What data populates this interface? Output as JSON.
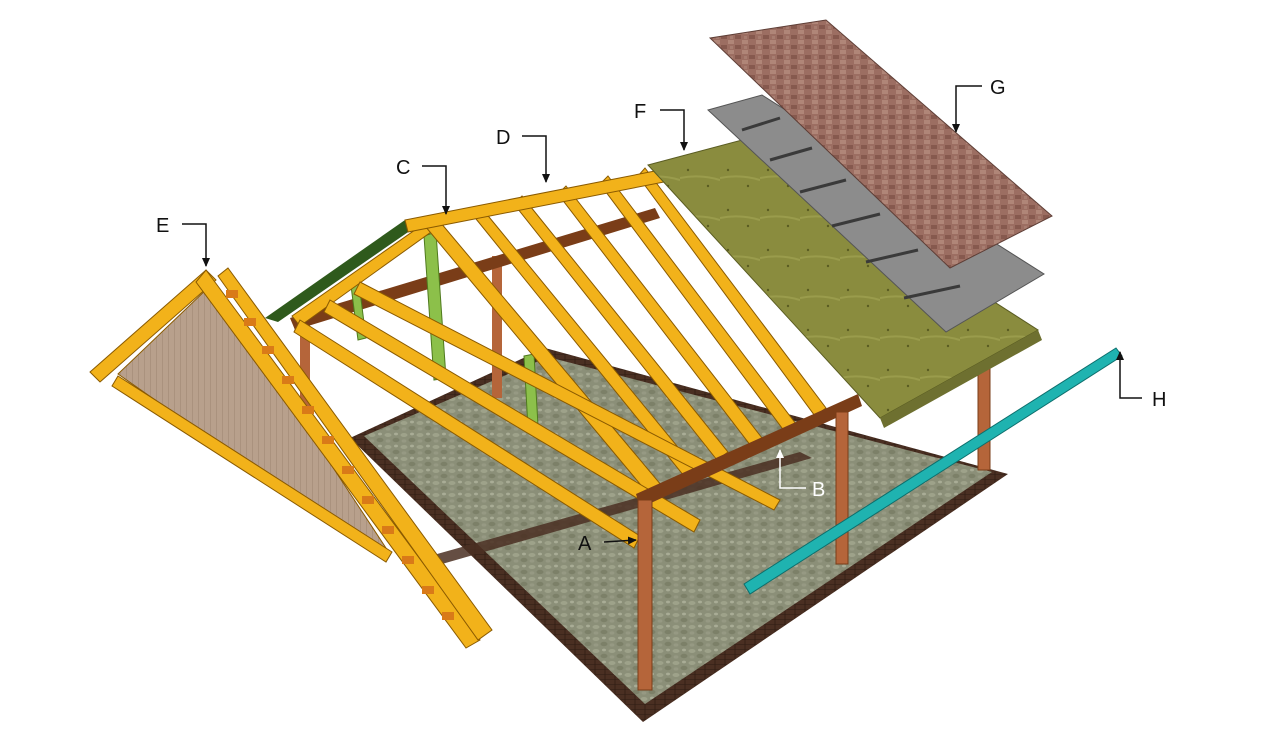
{
  "callouts": {
    "A": "A",
    "B": "B",
    "C": "C",
    "D": "D",
    "E": "E",
    "F": "F",
    "G": "G",
    "H": "H"
  },
  "colors": {
    "background": "#ffffff",
    "slab_top": "#8b8f78",
    "slab_edge": "#4a2f22",
    "post": "#b5653a",
    "beam": "#7a3d18",
    "rafter": "#f2b21a",
    "rafter_edge": "#8a5a00",
    "green_brace": "#8cc04a",
    "sheathing": "#8a8c3e",
    "felt": "#8c8c8c",
    "shingles": "#9c6e62",
    "gable_siding": "#b8a08c",
    "lumber_h": "#1fb3b0"
  },
  "icons": {
    "arrow": "arrowhead-icon"
  }
}
